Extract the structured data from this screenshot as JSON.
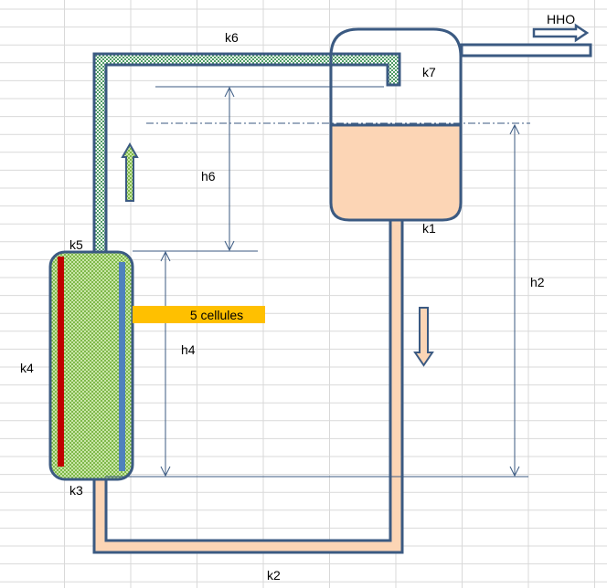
{
  "labels": {
    "k1": "k1",
    "k2": "k2",
    "k3": "k3",
    "k4": "k4",
    "k5": "k5",
    "k6": "k6",
    "k7": "k7",
    "h2": "h2",
    "h4": "h4",
    "h6": "h6",
    "gas_output": "HHO",
    "cells": "5 cellules"
  },
  "colors": {
    "outline": "#3b5a82",
    "liquid": "#fcd5b5",
    "gas_mix": "#92d050",
    "anode": "#c00000",
    "cathode": "#4f81bd",
    "callout": "#ffc000",
    "grid": "#d9d9d9"
  }
}
